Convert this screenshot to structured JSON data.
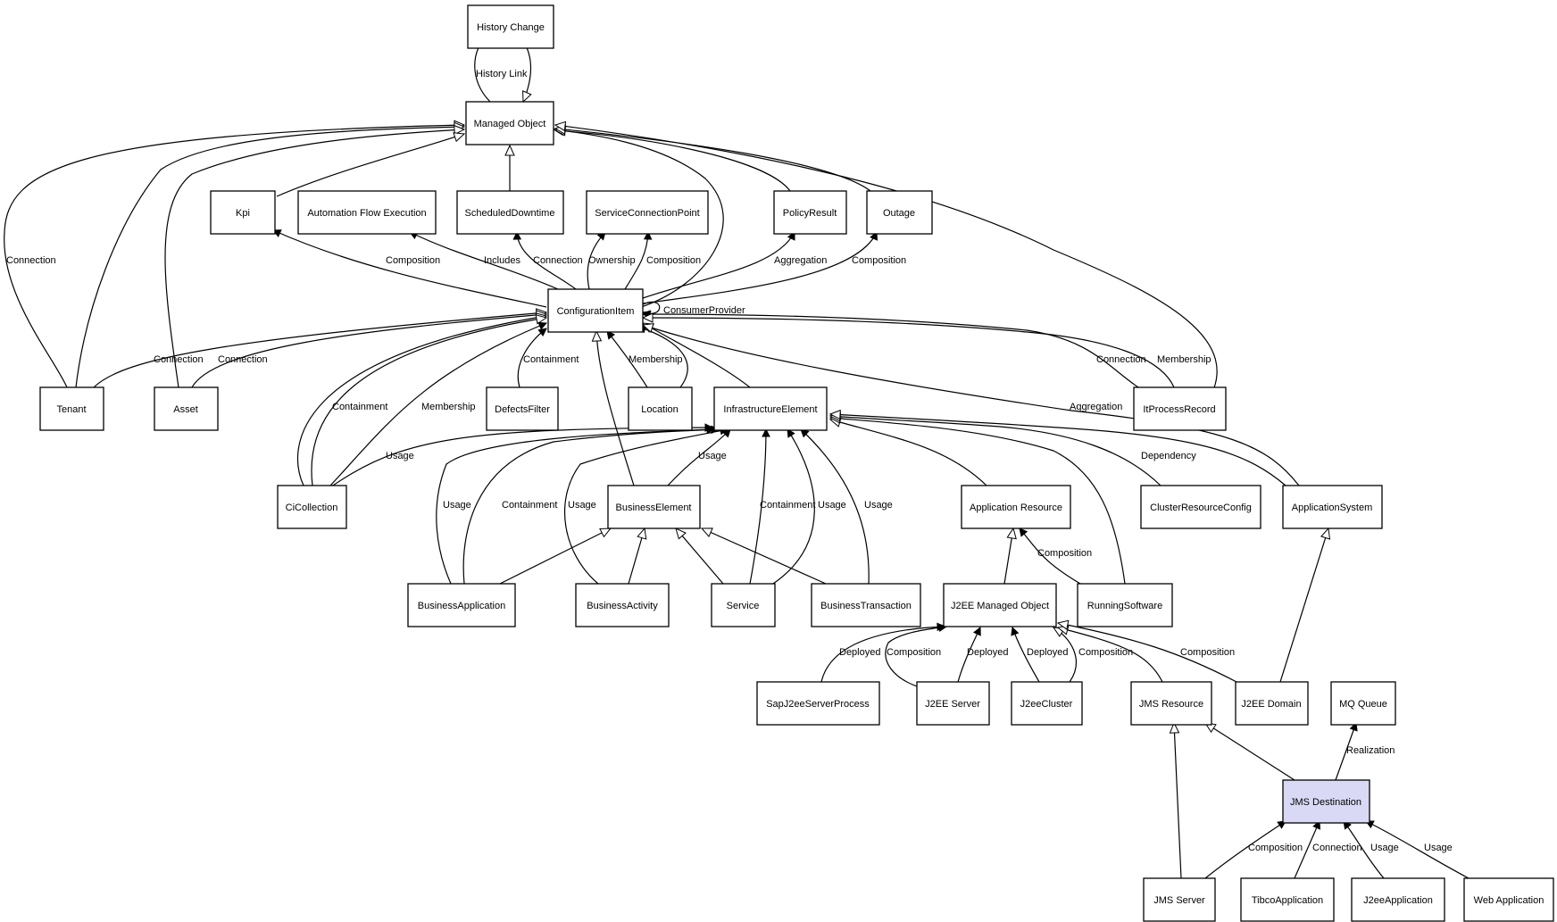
{
  "nodes": {
    "history_change": "History Change",
    "managed_object": "Managed Object",
    "kpi": "Kpi",
    "automation_flow_execution": "Automation Flow Execution",
    "scheduled_downtime": "ScheduledDowntime",
    "service_connection_point": "ServiceConnectionPoint",
    "policy_result": "PolicyResult",
    "outage": "Outage",
    "configuration_item": "ConfigurationItem",
    "tenant": "Tenant",
    "asset": "Asset",
    "defects_filter": "DefectsFilter",
    "location": "Location",
    "infrastructure_element": "InfrastructureElement",
    "it_process_record": "ItProcessRecord",
    "ci_collection": "CiCollection",
    "business_element": "BusinessElement",
    "application_resource": "Application Resource",
    "cluster_resource_config": "ClusterResourceConfig",
    "application_system": "ApplicationSystem",
    "business_application": "BusinessApplication",
    "business_activity": "BusinessActivity",
    "service": "Service",
    "business_transaction": "BusinessTransaction",
    "j2ee_managed_object": "J2EE Managed Object",
    "running_software": "RunningSoftware",
    "sap_j2ee_server_process": "SapJ2eeServerProcess",
    "j2ee_server": "J2EE Server",
    "j2ee_cluster": "J2eeCluster",
    "jms_resource": "JMS Resource",
    "j2ee_domain": "J2EE Domain",
    "mq_queue": "MQ Queue",
    "jms_destination": "JMS Destination",
    "jms_server": "JMS Server",
    "tibco_application": "TibcoApplication",
    "j2ee_application": "J2eeApplication",
    "web_application": "Web Application"
  },
  "edge_labels": {
    "history_link": "History Link",
    "tenant_mo_connection": "Connection",
    "ci_kpi_composition": "Composition",
    "ci_afe_includes": "Includes",
    "ci_sd_connection": "Connection",
    "ci_scp_ownership": "Ownership",
    "ci_scp_composition": "Composition",
    "ci_pr_aggregation": "Aggregation",
    "ci_outage_composition": "Composition",
    "ci_consumer_provider": "ConsumerProvider",
    "tenant_ci_connection": "Connection",
    "asset_ci_connection": "Connection",
    "df_ci_containment": "Containment",
    "loc_ci_membership": "Membership",
    "ipr_ci_connection": "Connection",
    "ipr_ci_membership": "Membership",
    "ipr_mo_aggregation": "Aggregation",
    "cicol_ci_containment": "Containment",
    "cicol_ci_membership": "Membership",
    "cicol_ie_usage": "Usage",
    "be_ie_usage": "Usage",
    "ba_ie_usage": "Usage",
    "ba_ie_containment": "Containment",
    "bact_ie_usage": "Usage",
    "svc_ie_containment": "Containment",
    "svc_ie_usage": "Usage",
    "bt_ie_usage": "Usage",
    "crc_ie_dependency": "Dependency",
    "rs_ar_composition": "Composition",
    "sap_j2ee_deployed": "Deployed",
    "j2ees_j2ee_composition": "Composition",
    "j2ees_j2ee_deployed": "Deployed",
    "j2eec_j2ee_deployed": "Deployed",
    "j2eec_j2ee_composition": "Composition",
    "j2eed_j2ee_composition": "Composition",
    "jmsd_mq_realization": "Realization",
    "jmss_jmsd_composition": "Composition",
    "tibco_jmsd_connection": "Connection",
    "j2eeapp_jmsd_usage": "Usage",
    "webapp_jmsd_usage": "Usage"
  },
  "colors": {
    "highlight_fill": "#d9d9f5",
    "stroke": "#000000"
  }
}
